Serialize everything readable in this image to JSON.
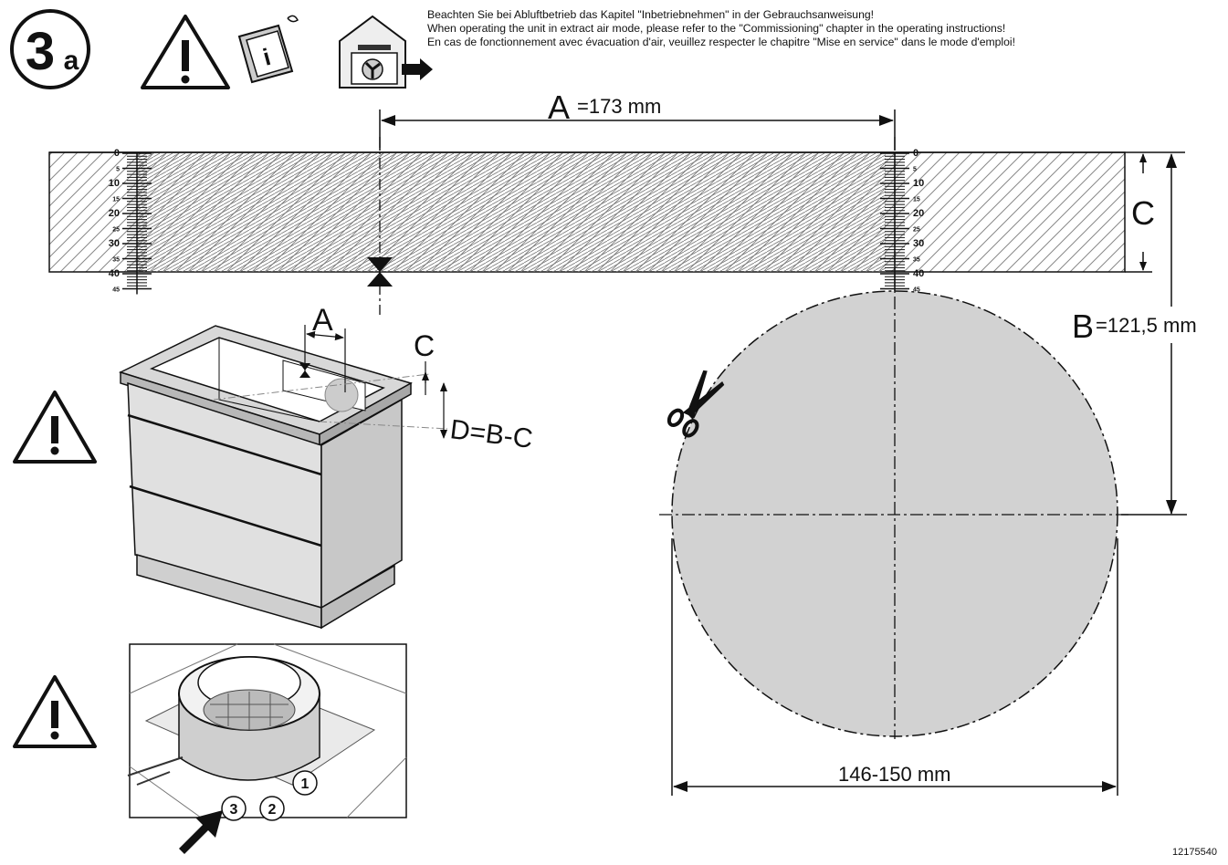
{
  "step": {
    "number": "3",
    "suffix": "a"
  },
  "notice": {
    "de": "Beachten Sie bei Abluftbetrieb das Kapitel \"Inbetriebnehmen\" in der Gebrauchsanweisung!",
    "en": "When operating the unit in extract air mode, please refer to the \"Commissioning\" chapter in the operating instructions!",
    "fr": "En cas de fonctionnement avec évacuation d'air, veuillez respecter le chapitre \"Mise en service\" dans le mode d'emploi!"
  },
  "template": {
    "dim_a": {
      "letter": "A",
      "value": "=173 mm"
    },
    "dim_b": {
      "letter": "B",
      "value": "=121,5 mm"
    },
    "dim_c": {
      "letter": "C"
    },
    "diameter": "146-150 mm",
    "scale_labels": [
      "0",
      "5",
      "10",
      "15",
      "20",
      "25",
      "30",
      "35",
      "40",
      "45"
    ]
  },
  "cabinet": {
    "label_a": "A",
    "label_c": "C",
    "label_d": "D=B-C"
  },
  "callouts": [
    "1",
    "2",
    "3"
  ],
  "icons": [
    "warning-icon",
    "manual-info-icon",
    "extract-air-icon",
    "scissors-icon",
    "arrow-icon"
  ],
  "document_number": "12175540"
}
